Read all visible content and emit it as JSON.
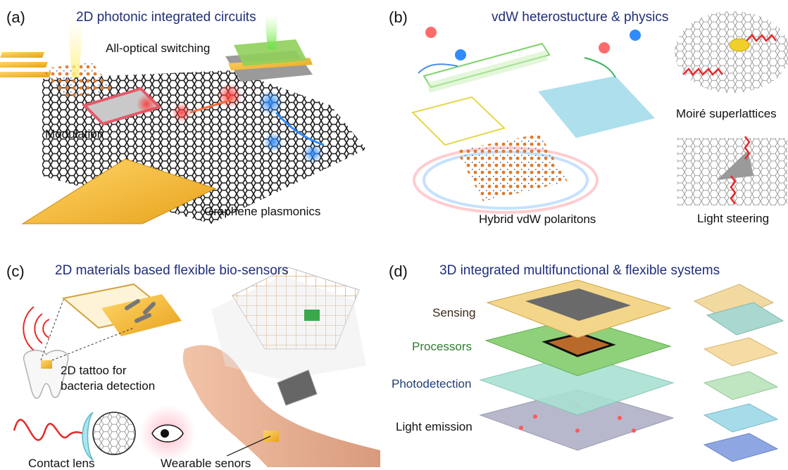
{
  "panels": {
    "a": {
      "letter": "(a)",
      "title": "2D photonic integrated circuits",
      "labels": {
        "switching": "All-optical switching",
        "modulation": "Modulation",
        "plasmonics": "Graphene plasmonics"
      }
    },
    "b": {
      "letter": "(b)",
      "title": "vdW heterostucture & physics",
      "labels": {
        "moire": "Moiré superlattices",
        "polaritons": "Hybrid vdW polaritons",
        "steering": "Light steering"
      }
    },
    "c": {
      "letter": "(c)",
      "title": "2D materials based flexible bio-sensors",
      "labels": {
        "tattoo_line1": "2D tattoo for",
        "tattoo_line2": "bacteria detection",
        "contact": "Contact lens",
        "wearable": "Wearable senors"
      }
    },
    "d": {
      "letter": "(d)",
      "title": "3D integrated multifunctional & flexible systems",
      "layers": {
        "sensing": "Sensing",
        "processors": "Processors",
        "photodetection": "Photodetection",
        "emission": "Light emission"
      }
    }
  },
  "colors": {
    "title_blue": "#1f2d7a",
    "processors_green": "#2e7d2e",
    "photodetection_blue": "#1f3d7a",
    "sensing_brown": "#3a2a1a",
    "gold": "#f2b632",
    "graphene": "#1a1a1a"
  }
}
